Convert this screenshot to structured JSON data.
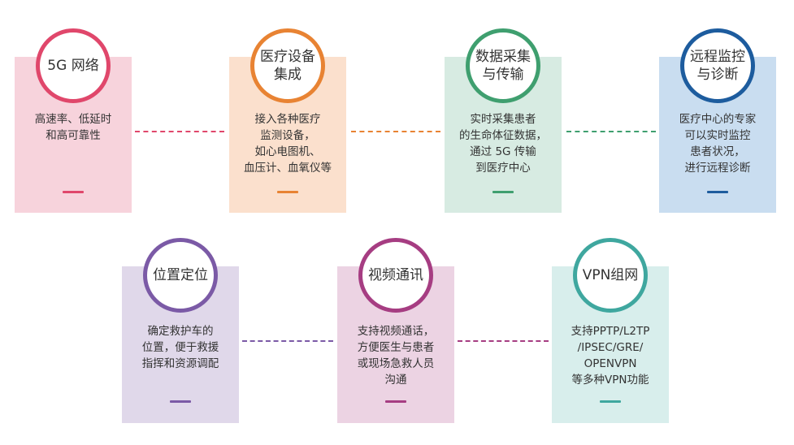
{
  "row1": [
    {
      "title": "5G 网络",
      "desc": "高速率、低延时\n和高可靠性",
      "panel": "#f7d3dc",
      "accent": "#e0476b"
    },
    {
      "title": "医疗设备\n集成",
      "desc": "接入各种医疗\n监测设备，\n如心电图机、\n血压计、血氧仪等",
      "panel": "#fbe0cd",
      "accent": "#e88333"
    },
    {
      "title": "数据采集\n与传输",
      "desc": "实时采集患者\n的生命体征数据，\n通过 5G 传输\n到医疗中心",
      "panel": "#d7ebe2",
      "accent": "#3f9f6f"
    },
    {
      "title": "远程监控\n与诊断",
      "desc": "医疗中心的专家\n可以实时监控\n患者状况，\n进行远程诊断",
      "panel": "#c9ddf0",
      "accent": "#1d5c9e"
    }
  ],
  "row2": [
    {
      "title": "位置定位",
      "desc": "确定救护车的\n位置，便于救援\n指挥和资源调配",
      "panel": "#e0d8ea",
      "accent": "#7b5aa6"
    },
    {
      "title": "视频通讯",
      "desc": "支持视频通话，\n方便医生与患者\n或现场急救人员\n沟通",
      "panel": "#ecd3e3",
      "accent": "#a63d82"
    },
    {
      "title": "VPN组网",
      "desc": "支持PPTP/L2TP\n/IPSEC/GRE/\nOPENVPN\n等多种VPN功能",
      "panel": "#d8eeec",
      "accent": "#3fa79f"
    }
  ]
}
